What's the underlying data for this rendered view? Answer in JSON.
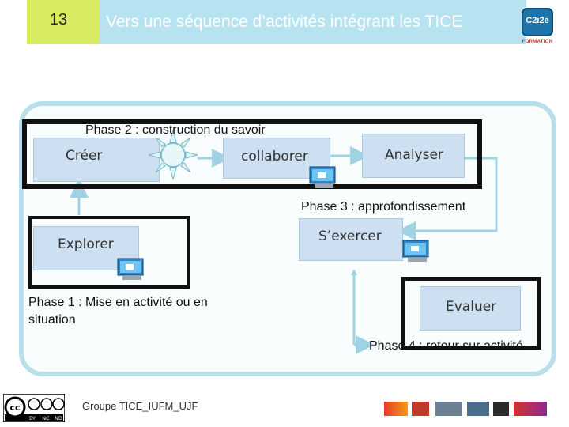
{
  "slide": {
    "number": "13",
    "title": "Vers une séquence d’activités intégrant les TICE"
  },
  "logo": {
    "name": "C2i2e",
    "subtitle": "FORMATION"
  },
  "phases": {
    "phase1": "Phase 1 : Mise en activité ou en situation",
    "phase2": "Phase 2 : construction du savoir",
    "phase3": "Phase 3 : approfondissement",
    "phase4": "Phase 4 : retour sur activité"
  },
  "activities": {
    "creer": "Créer",
    "collaborer": "collaborer",
    "analyser": "Analyser",
    "explorer": "Explorer",
    "exercer": "S’exercer",
    "evaluer": "Evaluer"
  },
  "footer": {
    "license_labels": [
      "BY",
      "NC",
      "ND"
    ],
    "group": "Groupe TICE_IUFM_UJF",
    "partner_logos": [
      "upmf-logo",
      "ujf-logo",
      "universite-stendhal-logo",
      "universite-savoie-logo",
      "ufr-logo",
      "iufm-logo"
    ]
  },
  "colors": {
    "number_box": "#d9ea63",
    "title_bar": "#b7e3f0",
    "frame": "#b8dfea",
    "activity_box": "#cde0f2"
  }
}
